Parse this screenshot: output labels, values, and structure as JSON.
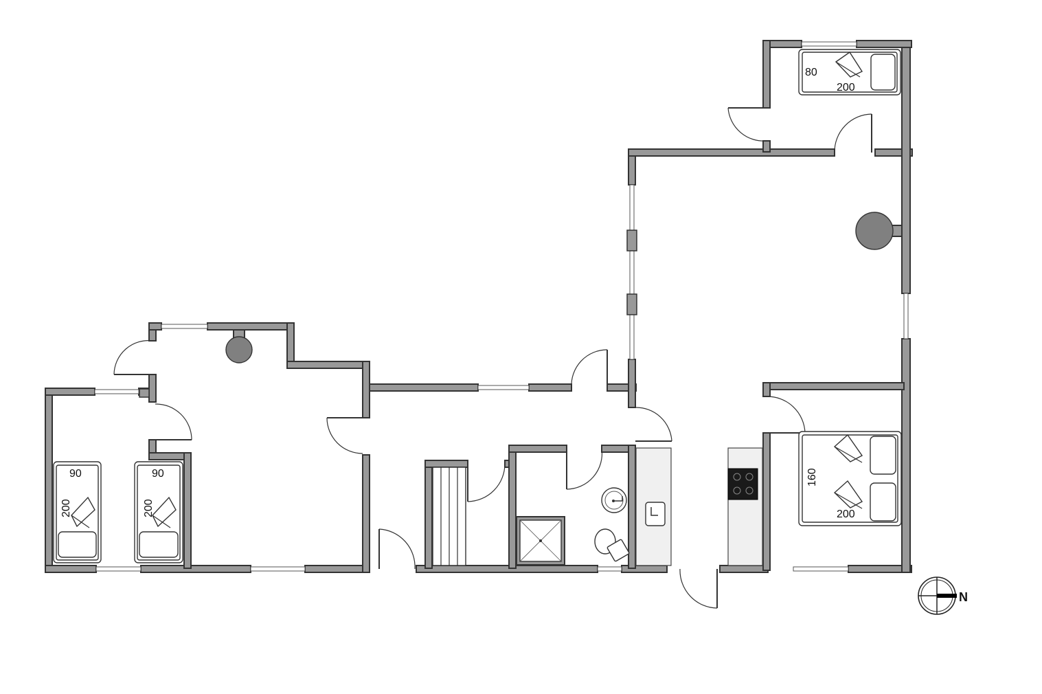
{
  "floor_plan": {
    "beds": [
      {
        "id": "north-bedroom-bed",
        "width_label": "80",
        "length_label": "200"
      },
      {
        "id": "west-bedroom-bed-1",
        "width_label": "90",
        "length_label": "200"
      },
      {
        "id": "west-bedroom-bed-2",
        "width_label": "90",
        "length_label": "200"
      },
      {
        "id": "double-bed",
        "width_label": "160",
        "length_label": "200"
      }
    ],
    "compass": {
      "label": "N"
    },
    "colors": {
      "wall": "#999999",
      "wall_outline": "#333333",
      "stove": "#808080",
      "cooktop": "#1a1a1a",
      "kitchen_counter": "#f0f0f0"
    }
  }
}
